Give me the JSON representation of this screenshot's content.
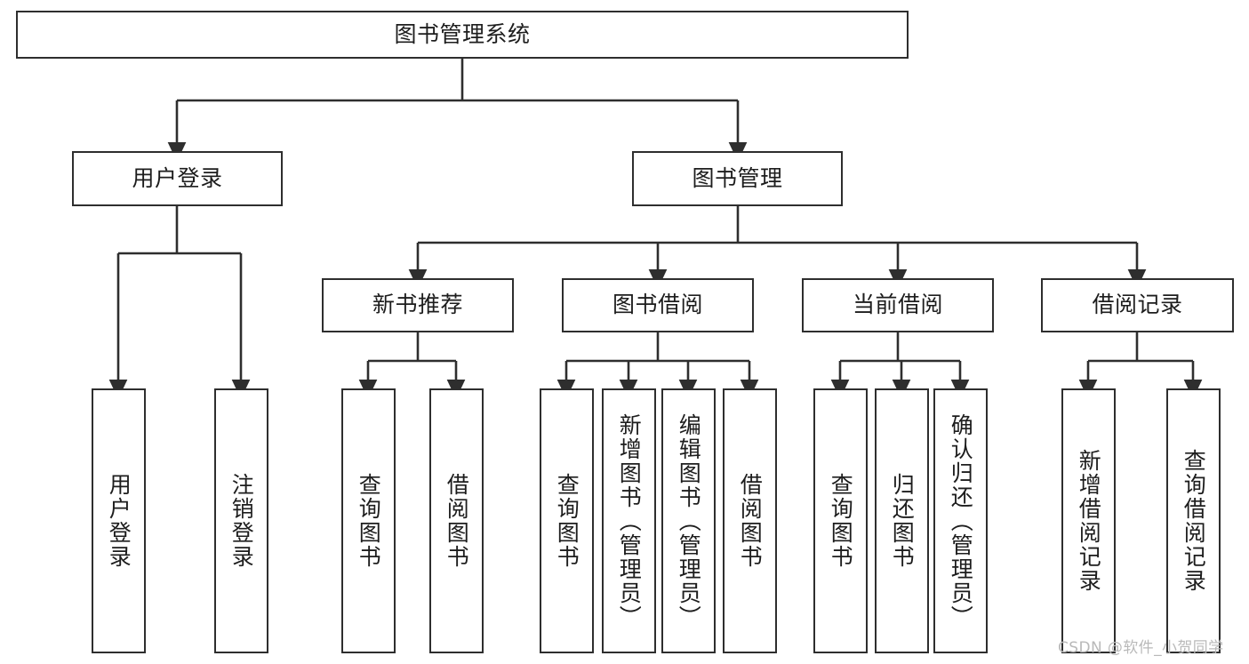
{
  "diagram": {
    "title": "图书管理系统",
    "type": "tree-hierarchy-chart",
    "root": {
      "label": "图书管理系统"
    },
    "level2": [
      {
        "label": "用户登录"
      },
      {
        "label": "图书管理"
      }
    ],
    "level3": [
      {
        "label": "新书推荐"
      },
      {
        "label": "图书借阅"
      },
      {
        "label": "当前借阅"
      },
      {
        "label": "借阅记录"
      }
    ],
    "leaves": {
      "user_login": [
        {
          "label": "用户登录"
        },
        {
          "label": "注销登录"
        }
      ],
      "new_book_recommend": [
        {
          "label": "查询图书"
        },
        {
          "label": "借阅图书"
        }
      ],
      "book_borrow": [
        {
          "label": "查询图书"
        },
        {
          "label": "新增图书（管理员）"
        },
        {
          "label": "编辑图书（管理员）"
        },
        {
          "label": "借阅图书"
        }
      ],
      "current_borrow": [
        {
          "label": "查询图书"
        },
        {
          "label": "归还图书"
        },
        {
          "label": "确认归还（管理员）"
        }
      ],
      "borrow_record": [
        {
          "label": "新增借阅记录"
        },
        {
          "label": "查询借阅记录"
        }
      ]
    }
  },
  "watermark": {
    "text": "CSDN @软件_小贺同学"
  },
  "colors": {
    "stroke": "#2e2e2e",
    "fill": "#ffffff",
    "text": "#1d1d1d",
    "watermark": "#b9b9b9"
  }
}
